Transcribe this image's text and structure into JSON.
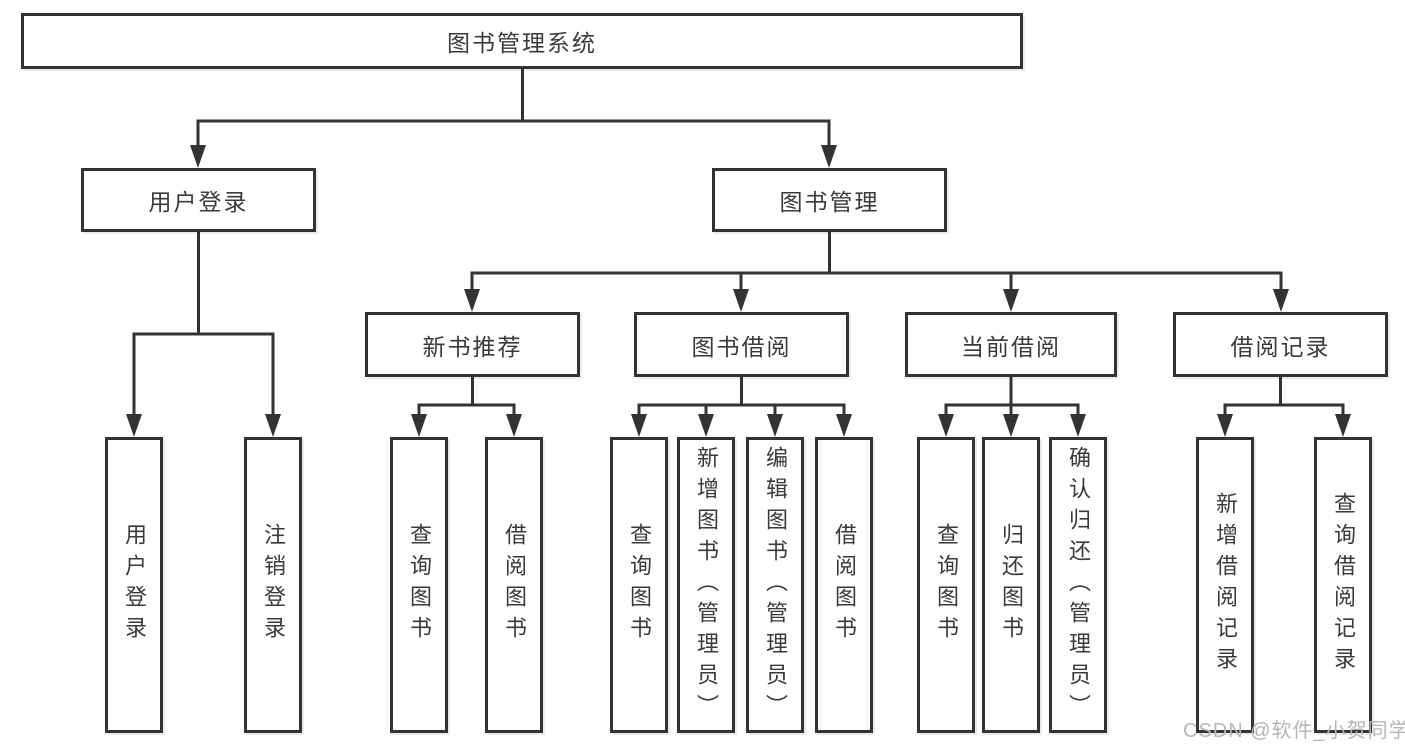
{
  "colors": {
    "line": "#333333",
    "text": "#3a3a3a",
    "watermark": "#b9b5b3",
    "bg": "#ffffff"
  },
  "tree": {
    "root": "图书管理系统",
    "login": {
      "label": "用户登录",
      "children": [
        "用户登录",
        "注销登录"
      ]
    },
    "management": {
      "label": "图书管理",
      "sections": [
        {
          "label": "新书推荐",
          "children": [
            "查询图书",
            "借阅图书"
          ]
        },
        {
          "label": "图书借阅",
          "children": [
            "查询图书",
            "新增图书（管理员）",
            "编辑图书（管理员）",
            "借阅图书"
          ]
        },
        {
          "label": "当前借阅",
          "children": [
            "查询图书",
            "归还图书",
            "确认归还（管理员）"
          ]
        },
        {
          "label": "借阅记录",
          "children": [
            "新增借阅记录",
            "查询借阅记录"
          ]
        }
      ]
    }
  },
  "watermark": "CSDN @软件_小贺同学"
}
